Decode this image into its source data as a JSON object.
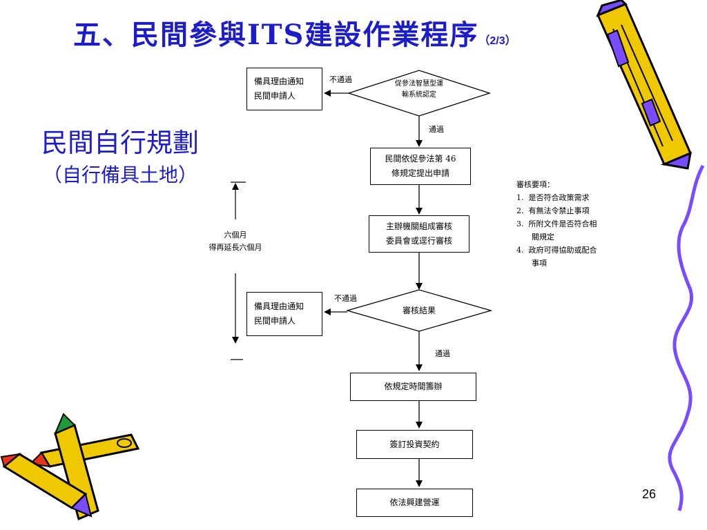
{
  "title": {
    "main": "五、民間參與ITS建設作業程序",
    "suffix": "（2/3）"
  },
  "heading": "民間自行規劃",
  "subheading": "（自行備具土地）",
  "flow": {
    "notify_box_1": [
      "備具理由通知",
      "民間申請人"
    ],
    "reject_label_1": "不通過",
    "decision_1": [
      "促參法智慧型運",
      "輸系統認定"
    ],
    "pass_label_1": "通過",
    "apply_box": [
      "民間依促參法第 46",
      "條規定提出申請"
    ],
    "committee_box": [
      "主辦機關組成審核",
      "委員會或逕行審核"
    ],
    "notify_box_2": [
      "備具理由通知",
      "民間申請人"
    ],
    "reject_label_2": "不通過",
    "decision_2": "審核結果",
    "pass_label_2": "通過",
    "plan_box": "依規定時間籌辦",
    "contract_box": "簽訂投資契約",
    "operate_box": "依法興建營運"
  },
  "timeline": {
    "line1": "六個月",
    "line2": "得再延長六個月"
  },
  "review_notes": {
    "header": "審核要項：",
    "items": [
      {
        "num": "1.",
        "text": "是否符合政策需求"
      },
      {
        "num": "2.",
        "text": "有無法令禁止事項"
      },
      {
        "num": "3.",
        "text": "所附文件是否符合相",
        "cont": "關規定"
      },
      {
        "num": "4.",
        "text": "政府可得協助或配合",
        "cont": "事項"
      }
    ]
  },
  "page_number": "26",
  "colors": {
    "title": "#1c1cc8",
    "pencil_body": "#f0c800",
    "pencil_outline": "#000000",
    "pencil_shade": "#7a4cff",
    "pencil_tip_red": "#e8341c",
    "pencil_tip_green": "#1e9a3a"
  }
}
